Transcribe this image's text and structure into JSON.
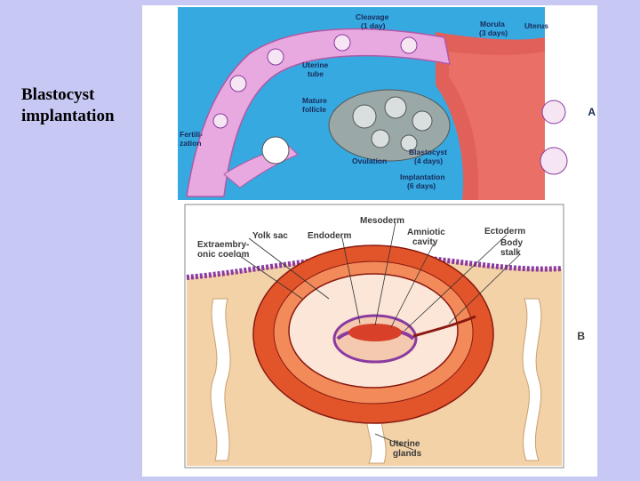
{
  "slide": {
    "title_line1": "Blastocyst",
    "title_line2": "implantation"
  },
  "panel_a": {
    "letter": "A",
    "labels": {
      "cleavage_1": "Cleavage",
      "cleavage_2": "(1 day)",
      "morula_1": "Morula",
      "morula_2": "(3 days)",
      "uterus": "Uterus",
      "uterine_tube_1": "Uterine",
      "uterine_tube_2": "tube",
      "mature_follicle_1": "Mature",
      "mature_follicle_2": "follicle",
      "fertilization_1": "Fertili-",
      "fertilization_2": "zation",
      "blastocyst_1": "Blastocyst",
      "blastocyst_2": "(4 days)",
      "ovulation": "Ovulation",
      "implantation_1": "Implantation",
      "implantation_2": "(6 days)"
    }
  },
  "panel_b": {
    "letter": "B",
    "labels": {
      "mesoderm": "Mesoderm",
      "yolk_sac": "Yolk sac",
      "endoderm": "Endoderm",
      "amniotic_1": "Amniotic",
      "amniotic_2": "cavity",
      "ectoderm": "Ectoderm",
      "extra_1": "Extraembry-",
      "extra_2": "onic coelom",
      "body_stalk_1": "Body",
      "body_stalk_2": "stalk",
      "uterine_glands_1": "Uterine",
      "uterine_glands_2": "glands"
    }
  },
  "colors": {
    "slide_background": "#c8c8f5",
    "panel_a_background": "#35a9e0",
    "uterine_tube": "#e8a8e0",
    "uterine_wall": "#e2605a",
    "endometrium": "#f3d2a8",
    "decidua": "#e2552a",
    "epithelium": "#8a3aa0"
  }
}
